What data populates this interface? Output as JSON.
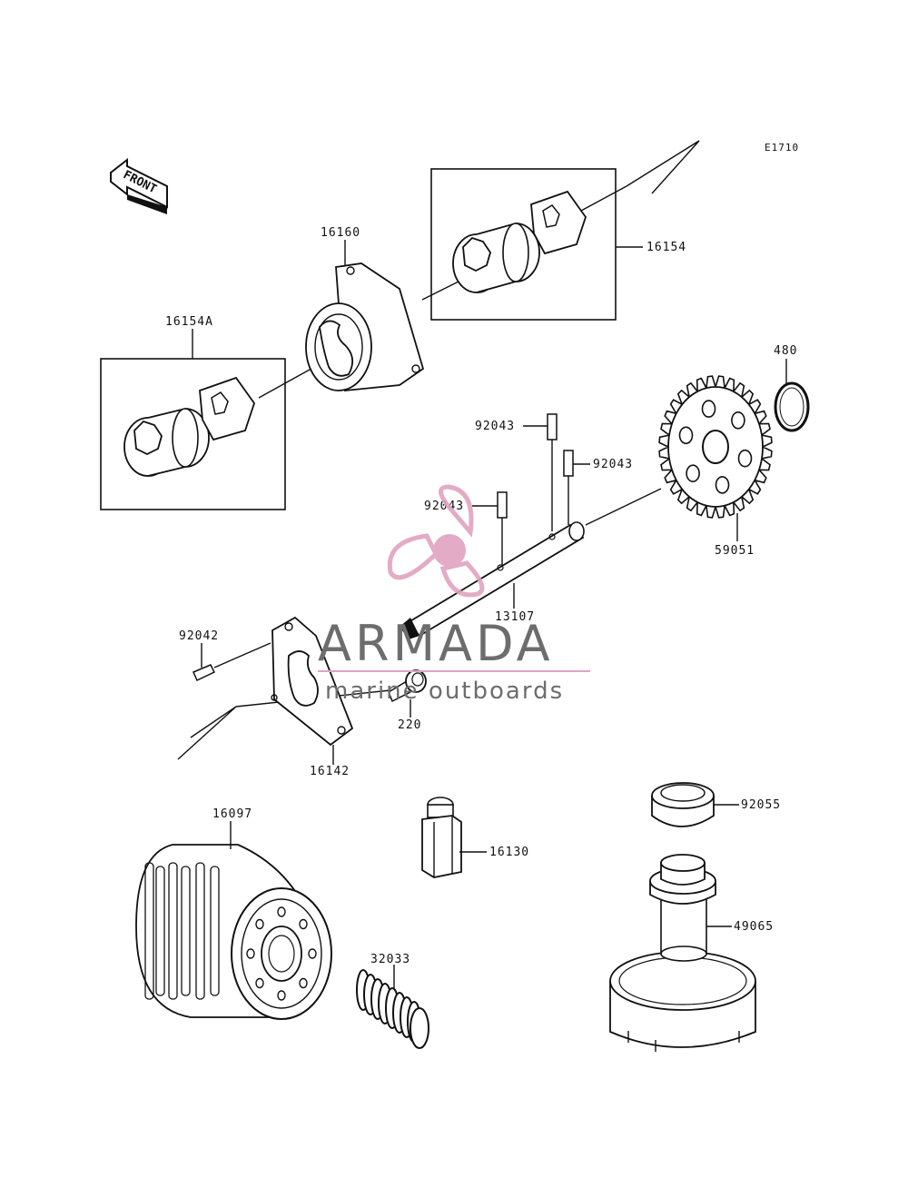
{
  "diagram": {
    "code": "E1710",
    "front_label": "FRONT",
    "parts": {
      "p16160": "16160",
      "p16154": "16154",
      "p16154A": "16154A",
      "p480": "480",
      "p92043a": "92043",
      "p92043b": "92043",
      "p92043c": "92043",
      "p59051": "59051",
      "p13107": "13107",
      "p92042": "92042",
      "p220": "220",
      "p16142": "16142",
      "p16097": "16097",
      "p16130": "16130",
      "p92055": "92055",
      "p49065": "49065",
      "p32033": "32033"
    }
  },
  "watermark": {
    "brand": "ARMADA",
    "tagline": "marine outboards",
    "colors": {
      "text": "#6d6d6d",
      "accent": "#e0a3c0",
      "accent_dark": "#d58fb0"
    }
  }
}
